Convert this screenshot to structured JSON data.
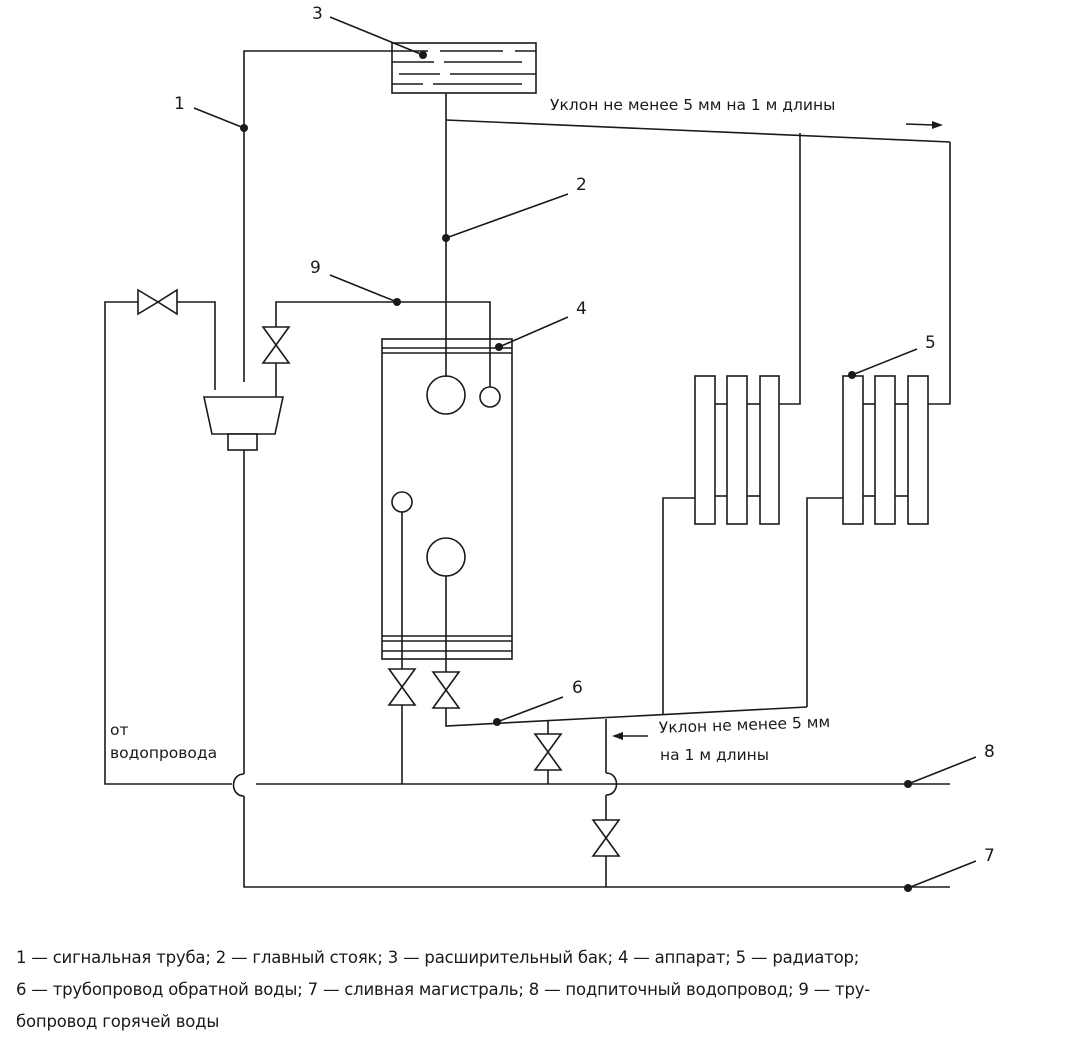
{
  "diagram": {
    "labels": {
      "n1": "1",
      "n2": "2",
      "n3": "3",
      "n4": "4",
      "n5": "5",
      "n6": "6",
      "n7": "7",
      "n8": "8",
      "n9": "9"
    },
    "slope_note_top": "Уклон не менее 5 мм на 1 м длины",
    "slope_note_bottom_line1": "Уклон не менее 5 мм",
    "slope_note_bottom_line2": "на 1 м длины",
    "water_supply_line1": "от",
    "water_supply_line2": "водопровода"
  },
  "caption": {
    "line1": "1 — сигнальная труба; 2 — главный стояк; 3 — расширительный бак; 4 — аппарат; 5 — радиатор;",
    "line2": "6 — трубопровод обратной воды; 7 — сливная магистраль; 8 — подпиточный водопровод; 9 — тру-",
    "line3": "бопровод горячей воды"
  },
  "legend_items": [
    {
      "number": "1",
      "text": "сигнальная труба"
    },
    {
      "number": "2",
      "text": "главный стояк"
    },
    {
      "number": "3",
      "text": "расширительный бак"
    },
    {
      "number": "4",
      "text": "аппарат"
    },
    {
      "number": "5",
      "text": "радиатор"
    },
    {
      "number": "6",
      "text": "трубопровод обратной воды"
    },
    {
      "number": "7",
      "text": "сливная магистраль"
    },
    {
      "number": "8",
      "text": "подпиточный водопровод"
    },
    {
      "number": "9",
      "text": "трубопровод горячей воды"
    }
  ]
}
